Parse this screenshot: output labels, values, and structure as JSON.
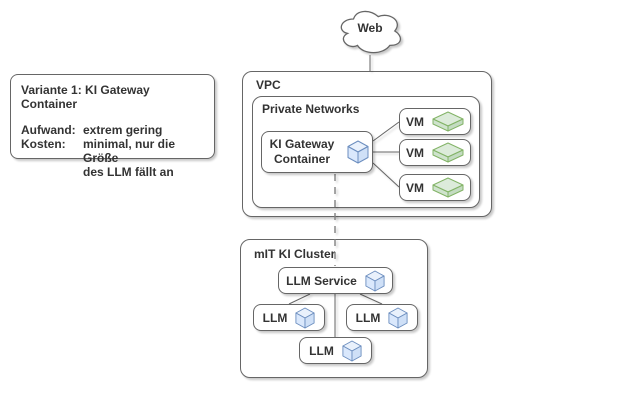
{
  "note": {
    "title": "Variante 1: KI Gateway Container",
    "rows": [
      {
        "label": "Aufwand:",
        "value": "extrem gering"
      },
      {
        "label": "Kosten:",
        "value": "minimal, nur die Größe\ndes LLM fällt an"
      }
    ]
  },
  "cloud": {
    "label": "Web"
  },
  "vpc": {
    "label": "VPC",
    "private_networks": {
      "label": "Private Networks",
      "gateway": {
        "label": "KI Gateway Container"
      },
      "vms": [
        {
          "label": "VM"
        },
        {
          "label": "VM"
        },
        {
          "label": "VM"
        }
      ]
    }
  },
  "cluster": {
    "label": "mIT KI Cluster",
    "service": {
      "label": "LLM Service"
    },
    "llms": [
      {
        "label": "LLM"
      },
      {
        "label": "LLM"
      },
      {
        "label": "LLM"
      }
    ]
  },
  "icons": {
    "gateway": "cube-icon",
    "service": "cube-icon",
    "llm": "cube-icon",
    "vm": "vm-slab-icon",
    "web": "cloud-icon"
  },
  "colors": {
    "box_stroke": "#666666",
    "text": "#333333",
    "cube_fill": "#dae8fc",
    "cube_stroke": "#6c8ebf",
    "vm_fill": "#d5e8d4",
    "vm_stroke": "#82b366",
    "background": "#ffffff"
  }
}
